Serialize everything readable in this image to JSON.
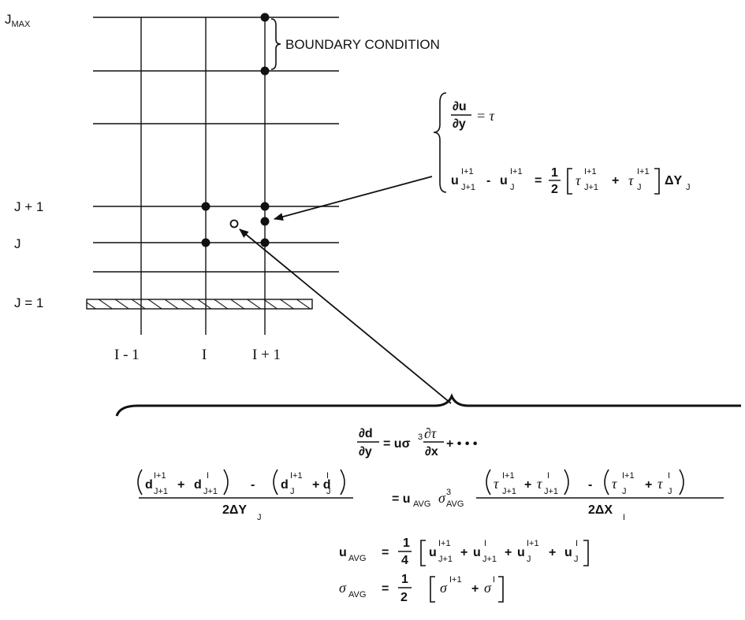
{
  "grid": {
    "j_max": "J",
    "j_max_sub": "MAX",
    "j_plus_1": "J + 1",
    "j": "J",
    "j_eq_1": "J = 1",
    "i_minus_1": "I - 1",
    "i": "I",
    "i_plus_1": "I + 1",
    "boundary_condition": "BOUNDARY CONDITION"
  },
  "bc_equations": {
    "du_dy_num": "∂u",
    "du_dy_den": "∂y",
    "du_dy_rhs": "= τ",
    "u_term1": "u",
    "minus": "-",
    "u_term2": "u",
    "eq": "=",
    "half_num": "1",
    "half_den": "2",
    "tau1": "τ",
    "plus": "+",
    "tau2": "τ",
    "delta_y": "ΔY",
    "sup_ip1": "I+1",
    "sub_jp1": "J+1",
    "sub_j": "J"
  },
  "bottom_equations": {
    "dd_dy_num": "∂d",
    "dd_dy_den": "∂y",
    "eq1_mid": "= uσ",
    "eq1_sup3": "3",
    "dtau_num": "∂τ",
    "dtau_den": "∂x",
    "eq1_tail": "+ •  •  •",
    "eq2_lhs_a": "d",
    "eq2_plus": "+",
    "eq2_lhs_b": "d",
    "eq2_minus": "-",
    "eq2_lhs_c": "d",
    "eq2_lhs_d": "+ d",
    "eq2_lhs_den": "2ΔY",
    "eq2_eq": "= u",
    "avg": "AVG",
    "sigma": "σ",
    "eq2_rhs_den": "2ΔX",
    "tau": "τ",
    "sup_i": "I",
    "sup_ip1": "I+1",
    "sub_jp1": "J+1",
    "sub_j": "J",
    "u_avg_lhs": "u",
    "u_avg_eq": "=",
    "quarter_num": "1",
    "quarter_den": "4",
    "u": "u",
    "plus": "+",
    "sigma_avg_lhs": "σ",
    "half_num": "1",
    "half_den": "2"
  }
}
